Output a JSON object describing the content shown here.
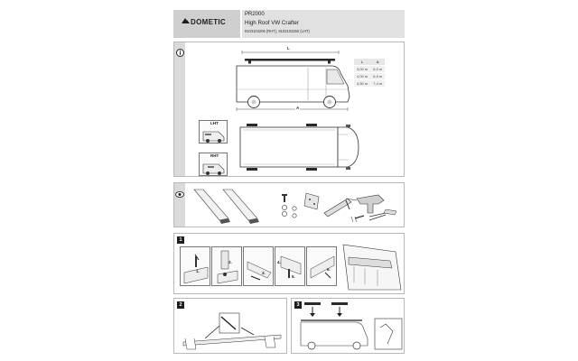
{
  "header": {
    "brand": "DOMETIC",
    "model": "PR2000",
    "vehicle": "High Roof VW Crafter",
    "article_numbers": "9103104206 (RHT), 9103104250 (LHT)"
  },
  "dimension_markers": {
    "length": "L",
    "a": "A"
  },
  "length_table": {
    "headers": [
      "L",
      "A"
    ],
    "rows": [
      [
        "3,00 m",
        "6,0 m"
      ],
      [
        "4,00 m",
        "6,9 m"
      ],
      [
        "4,50 m",
        "7,4 m"
      ]
    ]
  },
  "vehicle_variants": {
    "lht": "LHT",
    "rht": "RHT"
  },
  "steps": {
    "step1": "1",
    "step2": "2",
    "step3": "3",
    "substeps": [
      "1.",
      "2.",
      "3.",
      "4.",
      "5.",
      "6."
    ]
  },
  "icons": {
    "info": "info-icon",
    "tools": "eye-icon",
    "brand": "dometic-logo"
  },
  "colors": {
    "header_logo_bg": "#cfcfcf",
    "header_title_bg": "#e1e1e1",
    "side_bar": "#dadada",
    "ink": "#1d1d1d"
  }
}
